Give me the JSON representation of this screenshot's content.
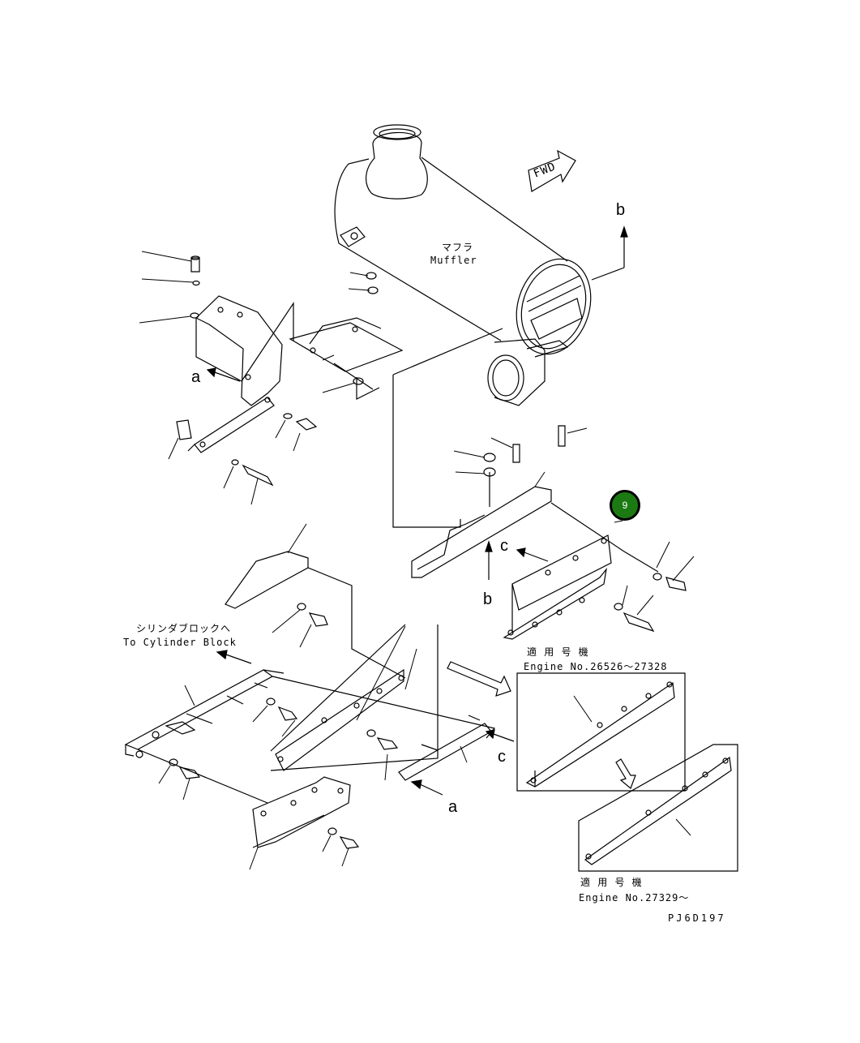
{
  "labels": {
    "muffler_jp": "マフラ",
    "muffler_en": "Muffler",
    "fwd": "FWD",
    "b_top": "b",
    "b_bottom": "b",
    "a_left": "a",
    "a_bottom": "a",
    "c_mid": "c",
    "c_bottom": "c",
    "cyl_jp": "シリンダブロックへ",
    "cyl_en": "To Cylinder Block",
    "applic1_jp": "適 用 号 機",
    "applic1_en": "Engine No.26526～27328",
    "applic2_jp": "適 用 号 機",
    "applic2_en": "Engine No.27329～",
    "drawing_code": "PJ6D197"
  },
  "callout": {
    "number": "9",
    "color": "#1c7a12"
  }
}
